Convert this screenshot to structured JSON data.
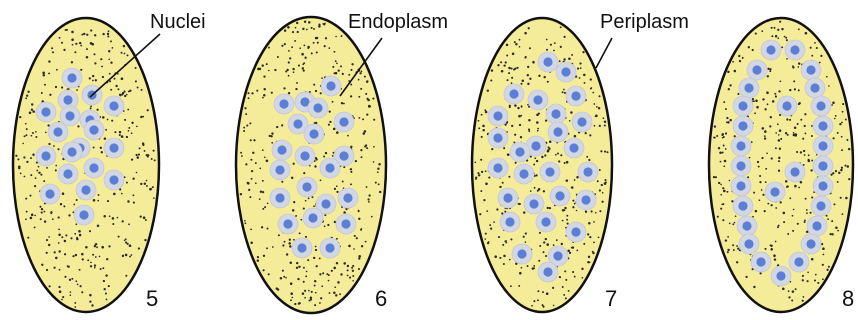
{
  "labels": {
    "nuclei": "Nuclei",
    "endoplasm": "Endoplasm",
    "periplasm": "Periplasm"
  },
  "stages": [
    {
      "number": "5"
    },
    {
      "number": "6"
    },
    {
      "number": "7"
    },
    {
      "number": "8"
    }
  ],
  "colors": {
    "egg_fill": "#f5ec9a",
    "egg_outline": "#111111",
    "nucleus_halo": "#d3d7e3",
    "nucleus_core": "#5b7fd4",
    "yolk_dot": "#2b2b2b",
    "leader_line": "#111111"
  }
}
